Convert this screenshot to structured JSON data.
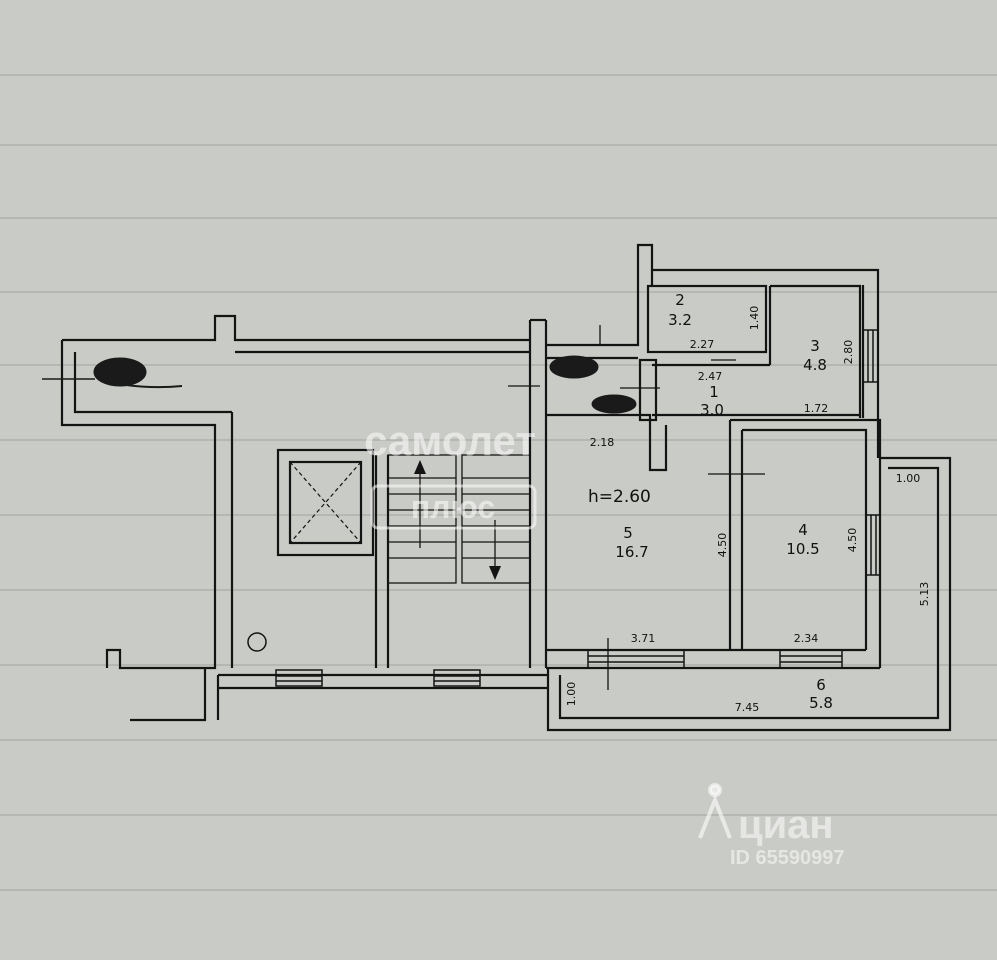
{
  "plan": {
    "ceiling_height": "h=2.60",
    "rooms": [
      {
        "number": "1",
        "area": "3.0"
      },
      {
        "number": "2",
        "area": "3.2"
      },
      {
        "number": "3",
        "area": "4.8"
      },
      {
        "number": "4",
        "area": "10.5"
      },
      {
        "number": "5",
        "area": "16.7"
      },
      {
        "number": "6",
        "area": "5.8"
      }
    ],
    "dimensions": {
      "room2_width": "2.27",
      "room2_height": "1.40",
      "room1_width": "2.47",
      "corridor_width": "2.18",
      "room3_width": "1.72",
      "room3_height": "2.80",
      "room5_height": "4.50",
      "room5_width": "3.71",
      "room4_height": "4.50",
      "room4_width": "2.34",
      "balcony_side": "1.00",
      "balcony_height": "5.13",
      "balcony_bottom": "1.00",
      "balcony_length": "7.45"
    }
  },
  "watermarks": {
    "samolet_word": "самолет",
    "samolet_plus": "плюс",
    "cian_word": "циан",
    "cian_id": "ID 65590997"
  },
  "colors": {
    "paper": "#c9cbc6",
    "ink": "#141414"
  }
}
